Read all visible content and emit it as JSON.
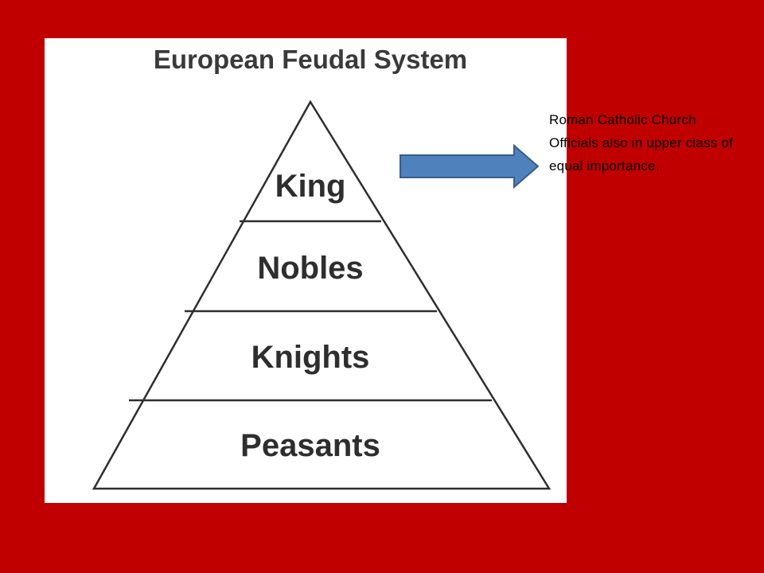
{
  "slide": {
    "background_color": "#c00000",
    "panel_color": "#ffffff"
  },
  "diagram": {
    "title": "European Feudal System",
    "tiers": [
      {
        "label": "King"
      },
      {
        "label": "Nobles"
      },
      {
        "label": "Knights"
      },
      {
        "label": "Peasants"
      }
    ],
    "line_color": "#2e2e2e"
  },
  "arrow": {
    "icon": "right-arrow-icon",
    "fill_color": "#4f81bd",
    "stroke_color": "#385d8a"
  },
  "side_note": {
    "text": "Roman Catholic Church Officials  also in upper class of equal importance."
  }
}
